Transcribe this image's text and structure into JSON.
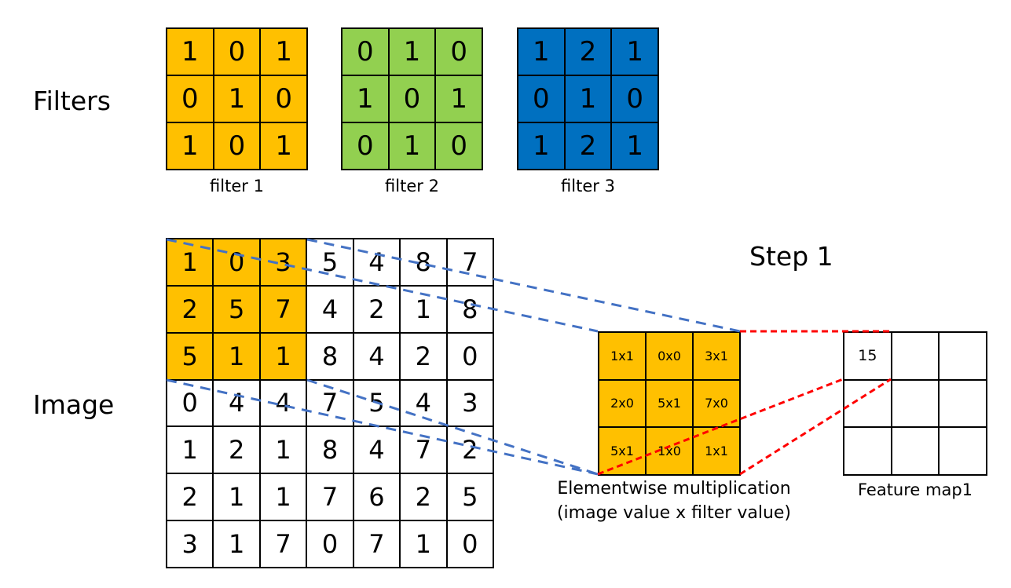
{
  "labels": {
    "filters": "Filters",
    "image": "Image",
    "step": "Step 1",
    "elementwise_line1": "Elementwise multiplication",
    "elementwise_line2": "(image value x filter value)",
    "feature_map": "Feature map1"
  },
  "colors": {
    "filter1": "#FFC000",
    "filter2": "#92D050",
    "filter3": "#0070C0",
    "highlight": "#FFC000",
    "blue_dash": "#4472C4",
    "red_dash": "#FF0000"
  },
  "filters": [
    {
      "name": "filter 1",
      "values": [
        [
          "1",
          "0",
          "1"
        ],
        [
          "0",
          "1",
          "0"
        ],
        [
          "1",
          "0",
          "1"
        ]
      ]
    },
    {
      "name": "filter 2",
      "values": [
        [
          "0",
          "1",
          "0"
        ],
        [
          "1",
          "0",
          "1"
        ],
        [
          "0",
          "1",
          "0"
        ]
      ]
    },
    {
      "name": "filter 3",
      "values": [
        [
          "1",
          "2",
          "1"
        ],
        [
          "0",
          "1",
          "0"
        ],
        [
          "1",
          "2",
          "1"
        ]
      ]
    }
  ],
  "image": [
    [
      "1",
      "0",
      "3",
      "5",
      "4",
      "8",
      "7"
    ],
    [
      "2",
      "5",
      "7",
      "4",
      "2",
      "1",
      "8"
    ],
    [
      "5",
      "1",
      "1",
      "8",
      "4",
      "2",
      "0"
    ],
    [
      "0",
      "4",
      "4",
      "7",
      "5",
      "4",
      "3"
    ],
    [
      "1",
      "2",
      "1",
      "8",
      "4",
      "7",
      "2"
    ],
    [
      "2",
      "1",
      "1",
      "7",
      "6",
      "2",
      "5"
    ],
    [
      "3",
      "1",
      "7",
      "0",
      "7",
      "1",
      "0"
    ]
  ],
  "products": [
    [
      "1x1",
      "0x0",
      "3x1"
    ],
    [
      "2x0",
      "5x1",
      "7x0"
    ],
    [
      "5x1",
      "1x0",
      "1x1"
    ]
  ],
  "feature_map": [
    [
      "15",
      "",
      ""
    ],
    [
      "",
      "",
      ""
    ],
    [
      "",
      "",
      ""
    ]
  ]
}
